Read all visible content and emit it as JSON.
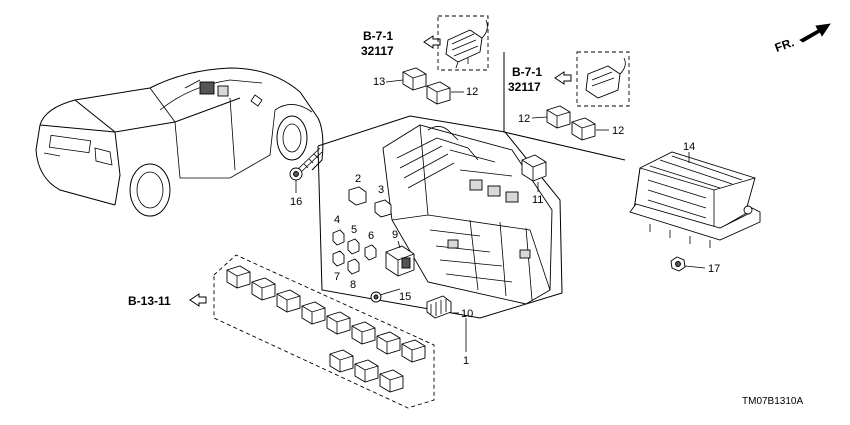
{
  "diagram": {
    "callouts": [
      {
        "id": "c1",
        "label": "1"
      },
      {
        "id": "c2",
        "label": "2"
      },
      {
        "id": "c3",
        "label": "3"
      },
      {
        "id": "c4",
        "label": "4"
      },
      {
        "id": "c5",
        "label": "5"
      },
      {
        "id": "c6",
        "label": "6"
      },
      {
        "id": "c7",
        "label": "7"
      },
      {
        "id": "c8",
        "label": "8"
      },
      {
        "id": "c9",
        "label": "9"
      },
      {
        "id": "c10",
        "label": "10"
      },
      {
        "id": "c11",
        "label": "11"
      },
      {
        "id": "c12a",
        "label": "12"
      },
      {
        "id": "c12b",
        "label": "12"
      },
      {
        "id": "c13",
        "label": "13"
      },
      {
        "id": "c14",
        "label": "14"
      },
      {
        "id": "c15",
        "label": "15"
      },
      {
        "id": "c16",
        "label": "16"
      },
      {
        "id": "c17",
        "label": "17"
      },
      {
        "id": "c18",
        "label": "18"
      }
    ],
    "references": [
      {
        "id": "ref-top",
        "section": "B-7-1",
        "part_code": "32117"
      },
      {
        "id": "ref-right",
        "section": "B-7-1",
        "part_code": "32117"
      },
      {
        "id": "ref-left",
        "section": "B-13-11"
      }
    ],
    "direction_label": "FR.",
    "diagram_code": "TM07B1310A"
  }
}
